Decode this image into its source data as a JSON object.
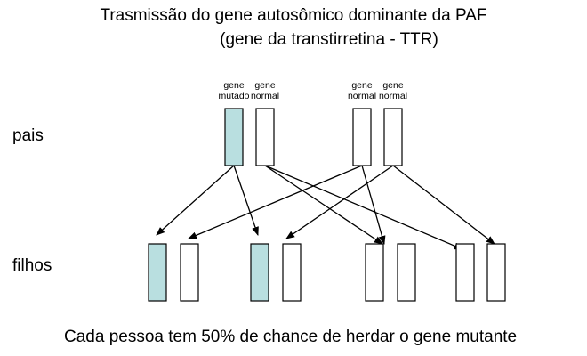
{
  "title": {
    "line1": "Trasmissão do gene autosômico dominante da PAF",
    "line2": "(gene da transtirretina - TTR)"
  },
  "rows": {
    "parents": "pais",
    "children": "filhos"
  },
  "gene_labels": [
    {
      "line1": "gene",
      "line2": "mutado"
    },
    {
      "line1": "gene",
      "line2": "normal"
    },
    {
      "line1": "gene",
      "line2": "normal"
    },
    {
      "line1": "gene",
      "line2": "normal"
    }
  ],
  "footer": "Cada pessoa tem 50% de chance de herdar o gene mutante",
  "colors": {
    "mutant": "#b9dfe0",
    "normal": "#ffffff",
    "stroke": "#000000"
  },
  "parents": [
    {
      "alleles": [
        "mutado",
        "normal"
      ]
    },
    {
      "alleles": [
        "normal",
        "normal"
      ]
    }
  ],
  "children": [
    {
      "alleles": [
        "mutado",
        "normal"
      ]
    },
    {
      "alleles": [
        "mutado",
        "normal"
      ]
    },
    {
      "alleles": [
        "normal",
        "normal"
      ]
    },
    {
      "alleles": [
        "normal",
        "normal"
      ]
    }
  ]
}
